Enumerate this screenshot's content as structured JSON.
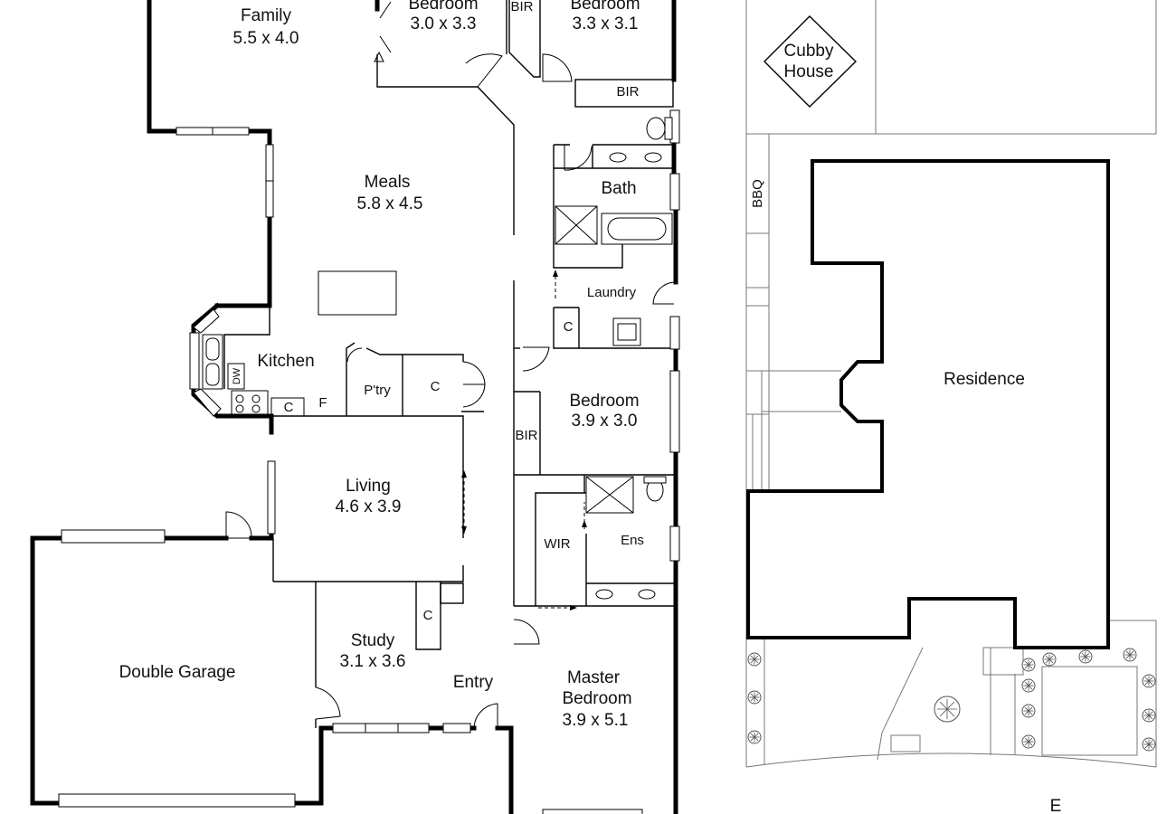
{
  "rooms": {
    "family": {
      "name": "Family",
      "dims": "5.5 x 4.0"
    },
    "bedroom4": {
      "name": "Bedroom",
      "dims": "3.0 x 3.3"
    },
    "bedroom3": {
      "name": "Bedroom",
      "dims": "3.3 x 3.1"
    },
    "meals": {
      "name": "Meals",
      "dims": "5.8 x 4.5"
    },
    "kitchen": {
      "name": "Kitchen"
    },
    "bath": {
      "name": "Bath"
    },
    "laundry": {
      "name": "Laundry"
    },
    "bedroom2": {
      "name": "Bedroom",
      "dims": "3.9 x 3.0"
    },
    "living": {
      "name": "Living",
      "dims": "4.6 x 3.9"
    },
    "ensuite": {
      "name": "Ens"
    },
    "wir": {
      "name": "WIR"
    },
    "study": {
      "name": "Study",
      "dims": "3.1 x 3.6"
    },
    "entry": {
      "name": "Entry"
    },
    "master": {
      "name": "Master",
      "name2": "Bedroom",
      "dims": "3.9 x 5.1"
    },
    "garage": {
      "name": "Double Garage"
    }
  },
  "fixtures": {
    "bir_top": "BIR",
    "bir_upper": "BIR",
    "bir_bedroom": "BIR",
    "pantry": "P'try",
    "cupboard_hall": "C",
    "cupboard_kitchen": "C",
    "cupboard_laundry": "C",
    "cupboard_study": "C",
    "fridge": "F",
    "dishwasher": "DW"
  },
  "site": {
    "residence": "Residence",
    "cubby_line1": "Cubby",
    "cubby_line2": "House",
    "bbq": "BBQ",
    "compass": "E"
  }
}
